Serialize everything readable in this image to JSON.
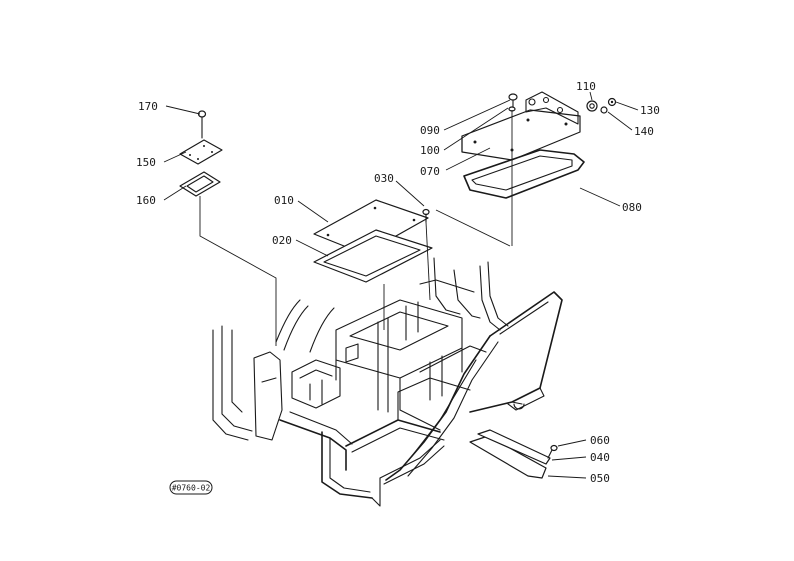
{
  "parts": [
    {
      "id": "p010",
      "label": "010"
    },
    {
      "id": "p020",
      "label": "020"
    },
    {
      "id": "p030",
      "label": "030"
    },
    {
      "id": "p040",
      "label": "040"
    },
    {
      "id": "p050",
      "label": "050"
    },
    {
      "id": "p060",
      "label": "060"
    },
    {
      "id": "p070",
      "label": "070"
    },
    {
      "id": "p080",
      "label": "080"
    },
    {
      "id": "p090",
      "label": "090"
    },
    {
      "id": "p100",
      "label": "100"
    },
    {
      "id": "p110",
      "label": "110"
    },
    {
      "id": "p130",
      "label": "130"
    },
    {
      "id": "p140",
      "label": "140"
    },
    {
      "id": "p150",
      "label": "150"
    },
    {
      "id": "p160",
      "label": "160"
    },
    {
      "id": "p170",
      "label": "170"
    }
  ],
  "reference_code": "#0760-02"
}
